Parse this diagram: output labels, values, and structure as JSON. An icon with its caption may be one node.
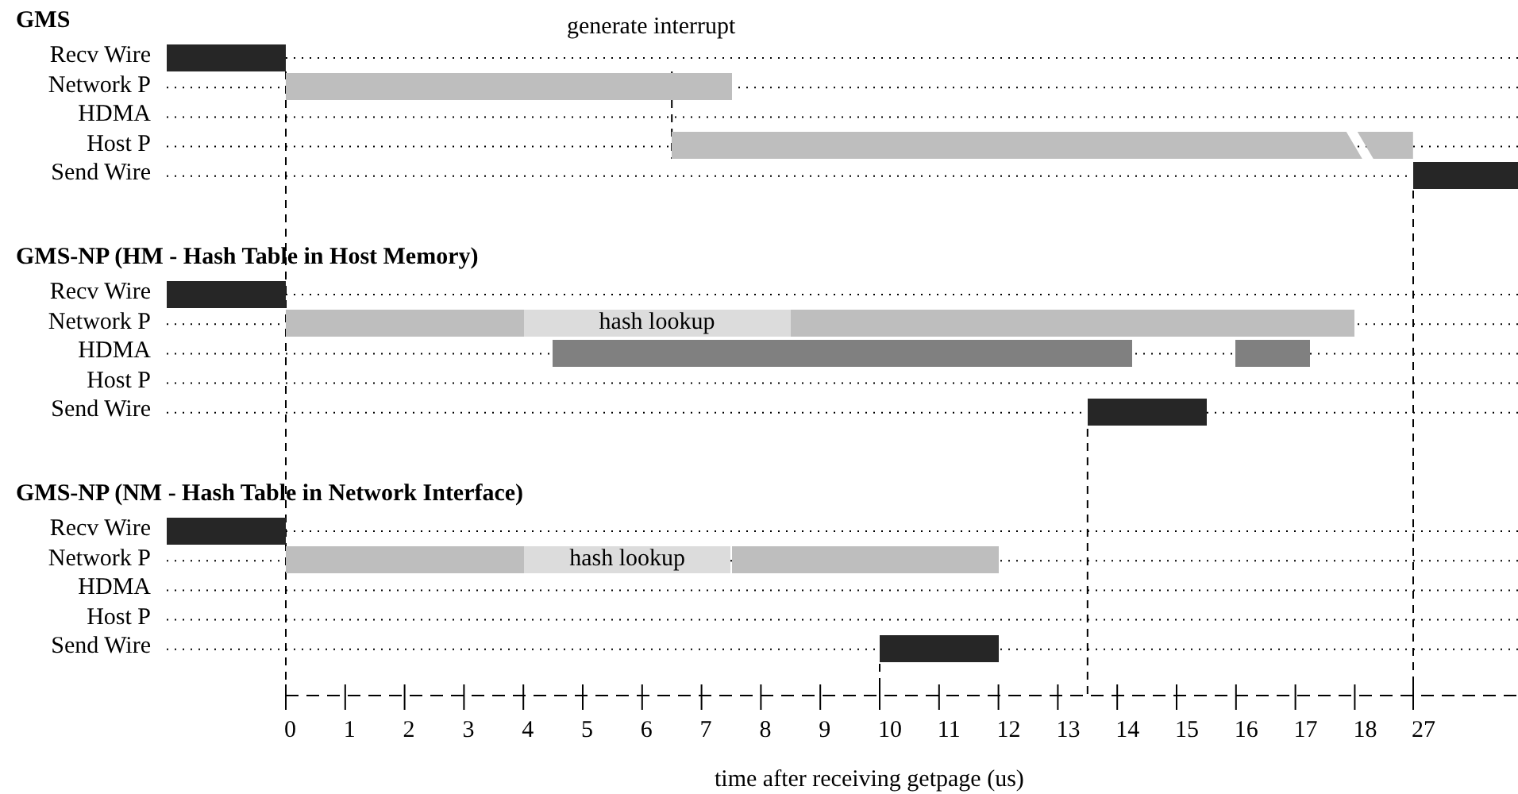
{
  "diagram": {
    "nodes": [
      {
        "text": [],
        "shape": "bar"
      },
      {
        "text": [],
        "shape": "bar"
      },
      {
        "text": [],
        "shape": "bar"
      },
      {
        "text": [],
        "shape": "bar"
      },
      {
        "text": [],
        "shape": "bar"
      },
      {
        "text": [],
        "shape": "bar"
      },
      {
        "text": [
          "hash lookup"
        ]
      },
      {
        "text": [],
        "shape": "bar"
      },
      {
        "text": [],
        "shape": "bar"
      },
      {
        "text": [],
        "shape": "bar"
      },
      {
        "text": [],
        "shape": "bar"
      },
      {
        "text": [],
        "shape": "bar"
      },
      {
        "text": [],
        "shape": "bar"
      },
      {
        "text": [
          "hash lookup"
        ]
      },
      {
        "text": [],
        "shape": "bar"
      },
      {
        "text": [],
        "shape": "bar"
      }
    ],
    "edges": [],
    "labels": [
      "GMS",
      "generate interrupt",
      "Recv Wire",
      "Network P",
      "HDMA",
      "Host P",
      "Send Wire",
      "GMS-NP (HM - Hash Table in Host Memory)",
      "Recv Wire",
      "Network P",
      "HDMA",
      "Host P",
      "Send Wire",
      "GMS-NP (NM - Hash Table in Network Interface)",
      "Recv Wire",
      "Network P",
      "HDMA",
      "Host P",
      "Send Wire",
      "0",
      "1",
      "2",
      "3",
      "4",
      "5",
      "6",
      "7",
      "8",
      "9",
      "10",
      "11",
      "12",
      "13",
      "14",
      "15",
      "16",
      "17",
      "18",
      "27",
      "time after receiving getpage (us)"
    ]
  }
}
